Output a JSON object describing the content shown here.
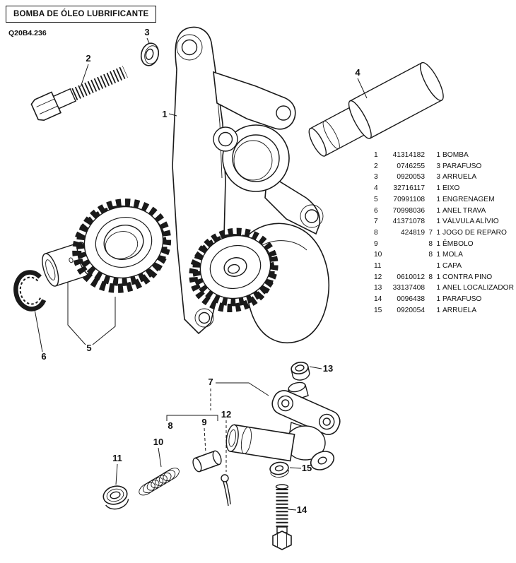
{
  "header": {
    "title": "BOMBA DE ÓLEO LUBRIFICANTE",
    "code": "Q20B4.236"
  },
  "parts_list": {
    "rows": [
      {
        "item": "1",
        "part": "41314182",
        "ref": "",
        "qty": "1",
        "desc": "BOMBA"
      },
      {
        "item": "2",
        "part": "0746255",
        "ref": "",
        "qty": "3",
        "desc": "PARAFUSO"
      },
      {
        "item": "3",
        "part": "0920053",
        "ref": "",
        "qty": "3",
        "desc": "ARRUELA"
      },
      {
        "item": "4",
        "part": "32716117",
        "ref": "",
        "qty": "1",
        "desc": "EIXO"
      },
      {
        "item": "5",
        "part": "70991108",
        "ref": "",
        "qty": "1",
        "desc": "ENGRENAGEM"
      },
      {
        "item": "6",
        "part": "70998036",
        "ref": "",
        "qty": "1",
        "desc": "ANEL TRAVA"
      },
      {
        "item": "7",
        "part": "41371078",
        "ref": "",
        "qty": "1",
        "desc": "VÁLVULA ALÍVIO"
      },
      {
        "item": "8",
        "part": "424819",
        "ref": "7",
        "qty": "1",
        "desc": "JOGO DE REPARO"
      },
      {
        "item": "9",
        "part": "",
        "ref": "8",
        "qty": "1",
        "desc": "ÊMBOLO"
      },
      {
        "item": "10",
        "part": "",
        "ref": "8",
        "qty": "1",
        "desc": "MOLA"
      },
      {
        "item": "11",
        "part": "",
        "ref": "",
        "qty": "1",
        "desc": "CAPA"
      },
      {
        "item": "12",
        "part": "0610012",
        "ref": "8",
        "qty": "1",
        "desc": "CONTRA PINO"
      },
      {
        "item": "13",
        "part": "33137408",
        "ref": "",
        "qty": "1",
        "desc": "ANEL LOCALIZADOR"
      },
      {
        "item": "14",
        "part": "0096438",
        "ref": "",
        "qty": "1",
        "desc": "PARAFUSO"
      },
      {
        "item": "15",
        "part": "0920054",
        "ref": "",
        "qty": "1",
        "desc": "ARRUELA"
      }
    ]
  },
  "callouts": {
    "c1": "1",
    "c2": "2",
    "c3": "3",
    "c4": "4",
    "c5": "5",
    "c6": "6",
    "c7": "7",
    "c8": "8",
    "c9": "9",
    "c10": "10",
    "c11": "11",
    "c12": "12",
    "c13": "13",
    "c14": "14",
    "c15": "15"
  }
}
